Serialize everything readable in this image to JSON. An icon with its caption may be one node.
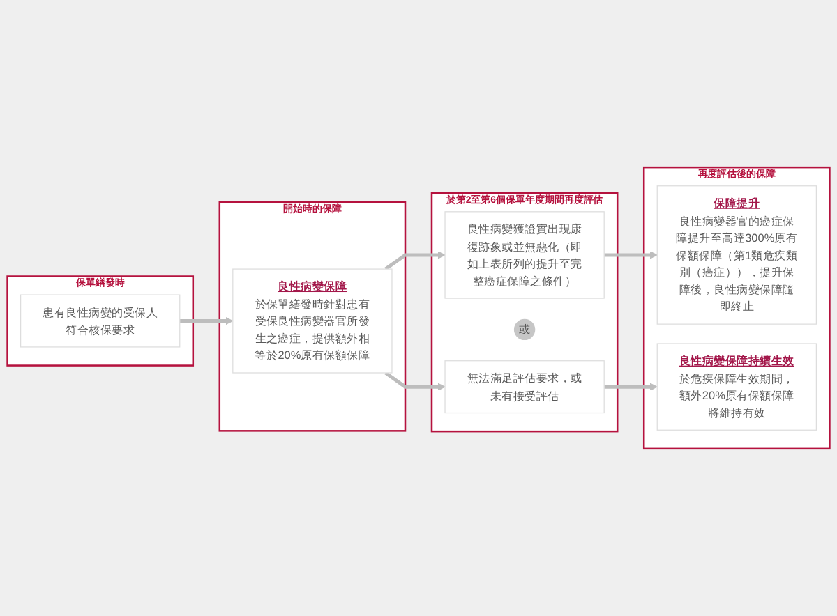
{
  "diagram": {
    "nodes": [
      {
        "text": [
          "保單繕發時"
        ]
      },
      {
        "text": [
          "患有良性病變的受保人符合核保要求"
        ],
        "in": 0
      },
      {
        "text": [
          "開始時的保障"
        ]
      },
      {
        "text": [
          "良性病變保障",
          "於保單繕發時針對患有受保良性病變器官所發生之癌症，提供額外相等於20%原有保額保障"
        ],
        "in": 2
      },
      {
        "text": [
          "於第2至第6個保單年度期間再度評估"
        ]
      },
      {
        "text": [
          "良性病變獲證實出現康復跡象或並無惡化（即如上表所列的提升至完整癌症保障之條件）"
        ],
        "in": 4
      },
      {
        "text": [
          "或"
        ],
        "in": 4
      },
      {
        "text": [
          "無法滿足評估要求，或未有接受評估"
        ],
        "in": 4
      },
      {
        "text": [
          "再度評估後的保障"
        ]
      },
      {
        "text": [
          "保障提升",
          "良性病變器官的癌症保障提升至高達300%原有保額保障（第1類危疾類別（癌症）），提升保障後，良性病變保障隨即終止"
        ],
        "in": 8
      },
      {
        "text": [
          "良性病變保障持續生效",
          "於危疾保障生效期間，額外20%原有保額保障將維持有效"
        ],
        "in": 8
      }
    ],
    "edges": [
      {
        "from": 1,
        "to": 3,
        "arrow": "to"
      },
      {
        "from": 3,
        "to": 5,
        "arrow": "to"
      },
      {
        "from": 3,
        "to": 7,
        "arrow": "to"
      },
      {
        "from": 5,
        "to": 9,
        "arrow": "to"
      },
      {
        "from": 7,
        "to": 10,
        "arrow": "to"
      }
    ]
  }
}
